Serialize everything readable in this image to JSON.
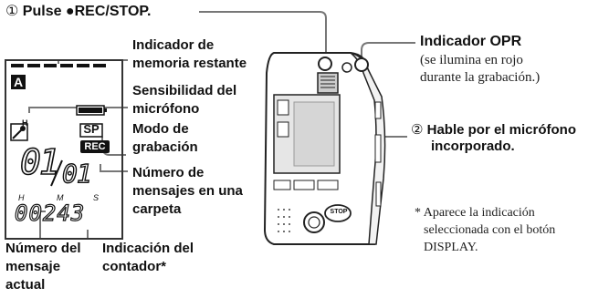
{
  "steps": {
    "step1_num": "①",
    "step1_text": "Pulse ●REC/STOP.",
    "step2_num": "②",
    "step2_line1": "Hable por el micrófono",
    "step2_line2": "incorporado."
  },
  "opr": {
    "title": "Indicador OPR",
    "desc_line1": "(se ilumina en rojo",
    "desc_line2": "durante la grabación.)"
  },
  "labels": {
    "memory_line1": "Indicador de",
    "memory_line2": "memoria restante",
    "mic_line1": "Sensibilidad del",
    "mic_line2": "micrófono",
    "mode_line1": "Modo de",
    "mode_line2": "grabación",
    "msgcount_line1": "Número de",
    "msgcount_line2": "mensajes en una",
    "msgcount_line3": "carpeta",
    "current_line1": "Número del",
    "current_line2": "mensaje",
    "current_line3": "actual",
    "counter_line1": "Indicación del",
    "counter_line2": "contador*"
  },
  "footnote": {
    "line1": "* Aparece la indicación",
    "line2": "seleccionada con el botón",
    "line3": "DISPLAY."
  },
  "lcd": {
    "folder": "A",
    "battery": "▮▮▮",
    "mic_level": "H",
    "mode": "SP",
    "rec": "REC",
    "current_msg": "01",
    "msg_count": "01",
    "unit_h": "H",
    "unit_m": "M",
    "unit_s": "S",
    "counter": "00243"
  },
  "device": {
    "stop_label": "STOP"
  }
}
